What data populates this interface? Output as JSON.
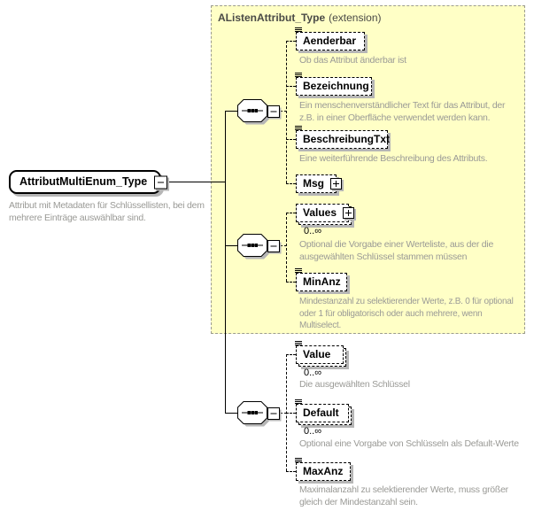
{
  "colors": {
    "panel_bg": "#ffffc6",
    "shadow": "#b6b6b6",
    "annotation_text": "#9a9a96"
  },
  "diagram": {
    "root": {
      "label": "AttributMultiEnum_Type",
      "desc": "Attribut mit Metadaten für Schlüssellisten, bei dem\nmehrere Einträge auswählbar sind."
    },
    "extension": {
      "title": "AListenAttribut_Type",
      "suffix": "(extension)"
    },
    "children": {
      "aenderbar": {
        "label": "Aenderbar",
        "desc": "Ob das Attribut änderbar ist"
      },
      "bezeichnung": {
        "label": "Bezeichnung",
        "desc": "Ein menschenverständlicher Text für das Attribut, der\nz.B. in einer Oberfläche verwendet werden kann."
      },
      "beschreibungtxt": {
        "label": "BeschreibungTxt",
        "desc": "Eine weiterführende Beschreibung des Attributs."
      },
      "msg": {
        "label": "Msg"
      },
      "values": {
        "label": "Values",
        "occurs": "0..∞",
        "desc": "Optional die Vorgabe einer Werteliste, aus der die\nausgewählten Schlüssel stammen müssen"
      },
      "minanz": {
        "label": "MinAnz",
        "desc": "Mindestanzahl zu selektierender Werte, z.B. 0 für optional\noder 1 für obligatorisch oder auch mehrere, wenn\nMultiselect."
      },
      "value": {
        "label": "Value",
        "occurs": "0..∞",
        "desc": "Die ausgewählten Schlüssel"
      },
      "default": {
        "label": "Default",
        "occurs": "0..∞",
        "desc": "Optional eine Vorgabe von Schlüsseln als Default-Werte"
      },
      "maxanz": {
        "label": "MaxAnz",
        "desc": "Maximalanzahl zu selektierender Werte, muss größer\ngleich der Mindestanzahl sein."
      }
    }
  }
}
